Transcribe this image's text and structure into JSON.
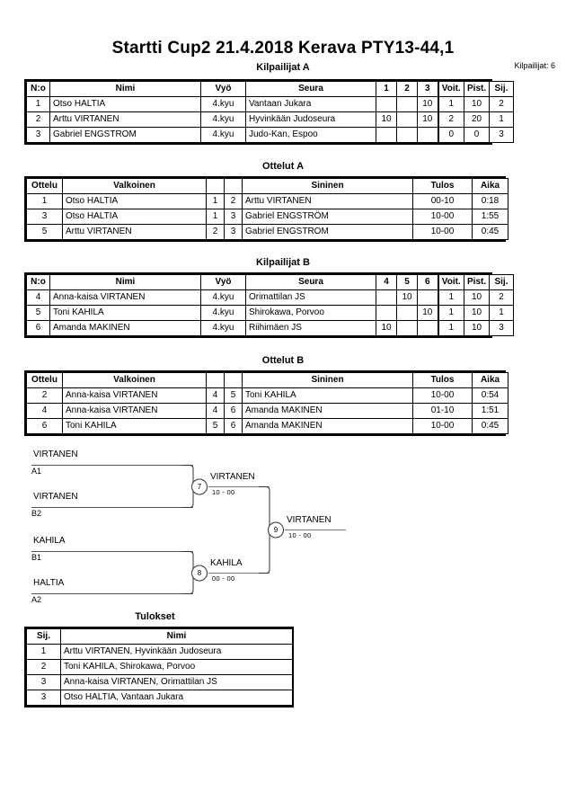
{
  "document": {
    "title": "Startti Cup2  21.4.2018  Kerava   PTY13-44,1",
    "entrant_count_label": "Kilpailijat: 6"
  },
  "pool_a": {
    "heading": "Kilpailijat A",
    "headers": {
      "no": "N:o",
      "name": "Nimi",
      "belt": "Vyö",
      "club": "Seura",
      "s1": "1",
      "s2": "2",
      "s3": "3",
      "wins": "Voit.",
      "points": "Pist.",
      "rank": "Sij."
    },
    "rows": [
      {
        "no": "1",
        "name": "Otso HALTIA",
        "belt": "4.kyu",
        "club": "Vantaan Jukara",
        "s1": "",
        "s2": "",
        "s3": "10",
        "wins": "1",
        "points": "10",
        "rank": "2"
      },
      {
        "no": "2",
        "name": "Arttu VIRTANEN",
        "belt": "4.kyu",
        "club": "Hyvinkään Judoseura",
        "s1": "10",
        "s2": "",
        "s3": "10",
        "wins": "2",
        "points": "20",
        "rank": "1"
      },
      {
        "no": "3",
        "name": "Gabriel ENGSTROM",
        "belt": "4.kyu",
        "club": "Judo-Kan, Espoo",
        "s1": "",
        "s2": "",
        "s3": "",
        "wins": "0",
        "points": "0",
        "rank": "3"
      }
    ]
  },
  "matches_a": {
    "heading": "Ottelut A",
    "headers": {
      "match": "Ottelu",
      "white": "Valkoinen",
      "n1": "",
      "n2": "",
      "blue": "Sininen",
      "result": "Tulos",
      "time": "Aika"
    },
    "rows": [
      {
        "match": "1",
        "white": "Otso HALTIA",
        "n1": "1",
        "n2": "2",
        "blue": "Arttu VIRTANEN",
        "result": "00-10",
        "time": "0:18"
      },
      {
        "match": "3",
        "white": "Otso HALTIA",
        "n1": "1",
        "n2": "3",
        "blue": "Gabriel ENGSTRÖM",
        "result": "10-00",
        "time": "1:55"
      },
      {
        "match": "5",
        "white": "Arttu VIRTANEN",
        "n1": "2",
        "n2": "3",
        "blue": "Gabriel ENGSTROM",
        "result": "10-00",
        "time": "0:45"
      }
    ]
  },
  "pool_b": {
    "heading": "Kilpailijat B",
    "headers": {
      "no": "N:o",
      "name": "Nimi",
      "belt": "Vyö",
      "club": "Seura",
      "s1": "4",
      "s2": "5",
      "s3": "6",
      "wins": "Voit.",
      "points": "Pist.",
      "rank": "Sij."
    },
    "rows": [
      {
        "no": "4",
        "name": "Anna-kaisa VIRTANEN",
        "belt": "4.kyu",
        "club": "Orimattilan JS",
        "s1": "",
        "s2": "10",
        "s3": "",
        "wins": "1",
        "points": "10",
        "rank": "2"
      },
      {
        "no": "5",
        "name": "Toni KAHILA",
        "belt": "4.kyu",
        "club": "Shirokawa, Porvoo",
        "s1": "",
        "s2": "",
        "s3": "10",
        "wins": "1",
        "points": "10",
        "rank": "1"
      },
      {
        "no": "6",
        "name": "Amanda MAKINEN",
        "belt": "4.kyu",
        "club": "Riihimäen JS",
        "s1": "10",
        "s2": "",
        "s3": "",
        "wins": "1",
        "points": "10",
        "rank": "3"
      }
    ]
  },
  "matches_b": {
    "heading": "Ottelut B",
    "headers": {
      "match": "Ottelu",
      "white": "Valkoinen",
      "n1": "",
      "n2": "",
      "blue": "Sininen",
      "result": "Tulos",
      "time": "Aika"
    },
    "rows": [
      {
        "match": "2",
        "white": "Anna-kaisa VIRTANEN",
        "n1": "4",
        "n2": "5",
        "blue": "Toni KAHILA",
        "result": "10-00",
        "time": "0:54"
      },
      {
        "match": "4",
        "white": "Anna-kaisa VIRTANEN",
        "n1": "4",
        "n2": "6",
        "blue": "Amanda MAKINEN",
        "result": "01-10",
        "time": "1:51"
      },
      {
        "match": "6",
        "white": "Toni KAHILA",
        "n1": "5",
        "n2": "6",
        "blue": "Amanda MAKINEN",
        "result": "10-00",
        "time": "0:45"
      }
    ]
  },
  "bracket": {
    "entries": [
      {
        "name": "VIRTANEN",
        "seed": "A1"
      },
      {
        "name": "VIRTANEN",
        "seed": "B2"
      },
      {
        "name": "KAHILA",
        "seed": "B1"
      },
      {
        "name": "HALTIA",
        "seed": "A2"
      }
    ],
    "nodes": [
      {
        "number": "7",
        "winner": "VIRTANEN",
        "score": "10 - 00"
      },
      {
        "number": "8",
        "winner": "KAHILA",
        "score": "00 - 00"
      },
      {
        "number": "9",
        "winner": "VIRTANEN",
        "score": "10 - 00"
      }
    ]
  },
  "results": {
    "heading": "Tulokset",
    "headers": {
      "rank": "Sij.",
      "name": "Nimi"
    },
    "rows": [
      {
        "rank": "1",
        "name": "Arttu VIRTANEN, Hyvinkään Judoseura"
      },
      {
        "rank": "2",
        "name": "Toni KAHILA, Shirokawa, Porvoo"
      },
      {
        "rank": "3",
        "name": "Anna-kaisa VIRTANEN, Orimattilan JS"
      },
      {
        "rank": "3",
        "name": "Otso HALTIA, Vantaan Jukara"
      }
    ]
  }
}
